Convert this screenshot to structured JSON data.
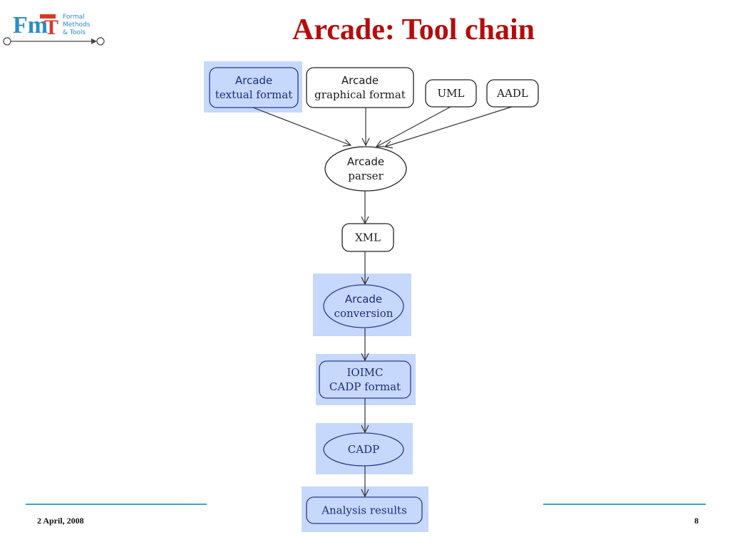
{
  "logo": {
    "mark": "Fm",
    "mark_t": "T",
    "lines": [
      "Formal",
      "Methods",
      "& Tools"
    ]
  },
  "title": "Arcade: Tool chain",
  "footer": {
    "date": "2 April, 2008",
    "page": "8"
  },
  "colors": {
    "title": "#b40c0c",
    "highlight": "#c6d8fb",
    "footer_line": "#3ea1c8"
  },
  "diagram": {
    "nodes": {
      "arcade_textual": [
        "Arcade",
        "textual format"
      ],
      "arcade_graphical": [
        "Arcade",
        "graphical format"
      ],
      "uml": [
        "UML"
      ],
      "aadl": [
        "AADL"
      ],
      "parser": [
        "Arcade",
        "parser"
      ],
      "xml": [
        "XML"
      ],
      "conversion": [
        "Arcade",
        "conversion"
      ],
      "ioimc": [
        "IOIMC",
        "CADP format"
      ],
      "cadp": [
        "CADP"
      ],
      "results": [
        "Analysis results"
      ]
    },
    "edges": [
      [
        "arcade_textual",
        "parser"
      ],
      [
        "arcade_graphical",
        "parser"
      ],
      [
        "uml",
        "parser"
      ],
      [
        "aadl",
        "parser"
      ],
      [
        "parser",
        "xml"
      ],
      [
        "xml",
        "conversion"
      ],
      [
        "conversion",
        "ioimc"
      ],
      [
        "ioimc",
        "cadp"
      ],
      [
        "cadp",
        "results"
      ]
    ]
  }
}
